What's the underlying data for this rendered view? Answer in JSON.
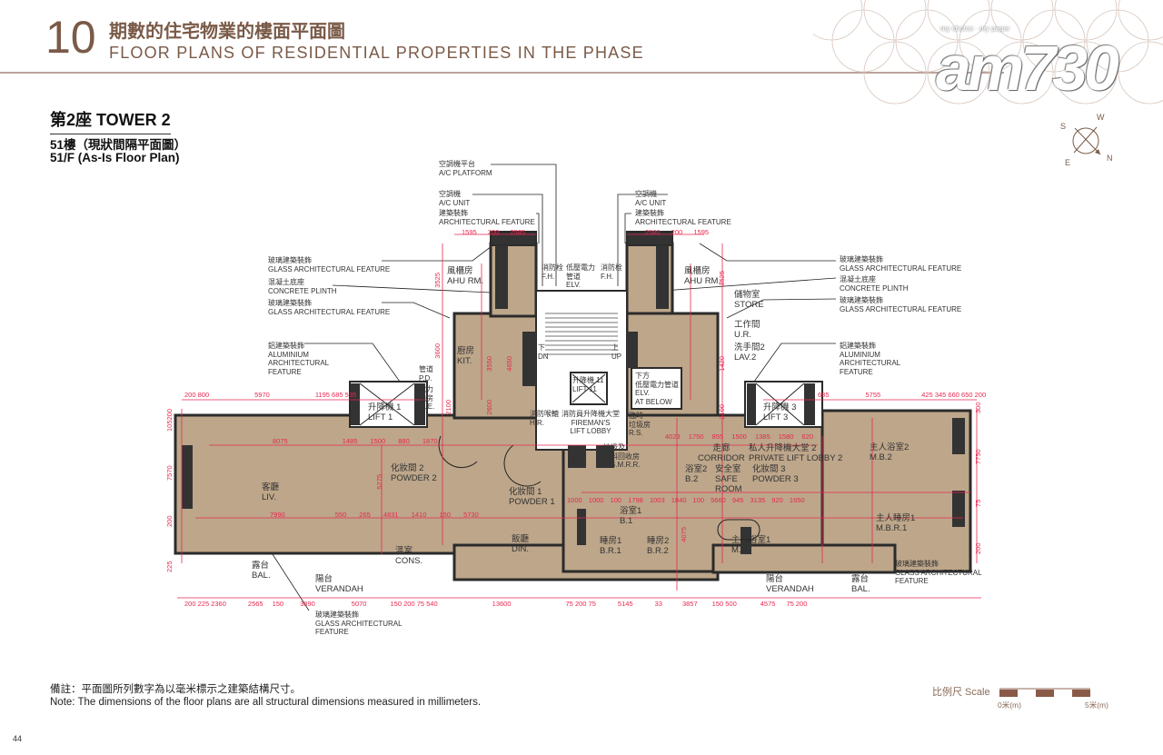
{
  "header": {
    "section_number": "10",
    "title_zh": "期數的住宅物業的樓面平面圖",
    "title_en": "FLOOR PLANS OF RESIDENTIAL PROPERTIES IN THE PHASE"
  },
  "watermark": {
    "logo": "am730",
    "tagline": "my choice · my paper"
  },
  "plan": {
    "tower": "第2座 TOWER 2",
    "floor_zh": "51樓（現狀間隔平面圖）",
    "floor_en": "51/F (As-Is Floor Plan)"
  },
  "compass": {
    "s": "S",
    "w": "W",
    "e": "E",
    "n": "N"
  },
  "callouts": {
    "ac_platform": [
      "空調機平台",
      "A/C PLATFORM"
    ],
    "ac_unit_l": [
      "空調機",
      "A/C UNIT"
    ],
    "arch_l": [
      "建築裝飾",
      "ARCHITECTURAL FEATURE"
    ],
    "ac_unit_r": [
      "空調機",
      "A/C UNIT"
    ],
    "arch_r": [
      "建築裝飾",
      "ARCHITECTURAL FEATURE"
    ],
    "glass_l1": [
      "玻璃建築裝飾",
      "GLASS ARCHITECTURAL FEATURE"
    ],
    "plinth_l": [
      "混凝土底座",
      "CONCRETE PLINTH"
    ],
    "glass_l2": [
      "玻璃建築裝飾",
      "GLASS ARCHITECTURAL FEATURE"
    ],
    "alu_l": [
      "鋁建築裝飾",
      "ALUMINIUM",
      "ARCHITECTURAL",
      "FEATURE"
    ],
    "glass_r1": [
      "玻璃建築裝飾",
      "GLASS ARCHITECTURAL FEATURE"
    ],
    "plinth_r": [
      "混凝土底座",
      "CONCRETE PLINTH"
    ],
    "glass_r2": [
      "玻璃建築裝飾",
      "GLASS ARCHITECTURAL FEATURE"
    ],
    "alu_r": [
      "鋁建築裝飾",
      "ALUMINIUM",
      "ARCHITECTURAL",
      "FEATURE"
    ],
    "glass_bl": [
      "玻璃建築裝飾",
      "GLASS ARCHITECTURAL",
      "FEATURE"
    ],
    "glass_br": [
      "玻璃建築裝飾",
      "GLASS ARCHITECTURAL",
      "FEATURE"
    ]
  },
  "rooms": {
    "ahu_l": [
      "風櫃房",
      "AHU RM."
    ],
    "ahu_r": [
      "風櫃房",
      "AHU RM."
    ],
    "fh_l": [
      "消防栓",
      "F.H."
    ],
    "elv": [
      "低壓電力",
      "管道",
      "ELV."
    ],
    "fh_r": [
      "消防栓",
      "F.H."
    ],
    "store": [
      "儲物室",
      "STORE"
    ],
    "ur": [
      "工作間",
      "U.R."
    ],
    "lav2": [
      "洗手間2",
      "LAV.2"
    ],
    "kit": [
      "廚房",
      "KIT."
    ],
    "pd": [
      "管道",
      "P.D."
    ],
    "ele": [
      "電力",
      "機房",
      "ELE."
    ],
    "lift1": [
      "升降機 1",
      "LIFT 1"
    ],
    "lift11": [
      "升降機 11",
      "LIFT 11"
    ],
    "elv_below": [
      "下方",
      "低壓電力管道",
      "ELV.",
      "AT BELOW"
    ],
    "lift3": [
      "升降機 3",
      "LIFT 3"
    ],
    "hr": [
      "消防喉轆",
      "H.R."
    ],
    "fireman": [
      "消防員升降機大堂",
      "FIREMAN'S",
      "LIFT LOBBY"
    ],
    "rs": [
      "臨時",
      "垃圾房",
      "R.S."
    ],
    "rsmrr": [
      "垃圾及",
      "物料回收房",
      "R.S.M.R.R."
    ],
    "corridor": [
      "走廊",
      "CORRIDOR"
    ],
    "pll2": [
      "私人升降機大堂 2",
      "PRIVATE LIFT LOBBY 2"
    ],
    "safe": [
      "安全室",
      "SAFE",
      "ROOM"
    ],
    "powder3": [
      "化妝間 3",
      "POWDER 3"
    ],
    "bath2": [
      "浴室2",
      "B.2"
    ],
    "liv": [
      "客廳",
      "LIV."
    ],
    "powder2": [
      "化妝間 2",
      "POWDER 2"
    ],
    "powder1": [
      "化妝間 1",
      "POWDER 1"
    ],
    "din": [
      "飯廳",
      "DIN."
    ],
    "cons": [
      "溫室",
      "CONS."
    ],
    "bal_l": [
      "露台",
      "BAL."
    ],
    "ver_l": [
      "陽台",
      "VERANDAH"
    ],
    "bath1": [
      "浴室1",
      "B.1"
    ],
    "br1": [
      "睡房1",
      "B.R.1"
    ],
    "br2": [
      "睡房2",
      "B.R.2"
    ],
    "mb1": [
      "主人浴室1",
      "M.B1"
    ],
    "ver_r": [
      "陽台",
      "VERANDAH"
    ],
    "bal_r": [
      "露台",
      "BAL."
    ],
    "mbr1": [
      "主人睡房1",
      "M.B.R.1"
    ],
    "mb2": [
      "主人浴室2",
      "M.B.2"
    ],
    "up": [
      "上",
      "UP"
    ],
    "dn": [
      "下",
      "DN"
    ]
  },
  "dimensions": {
    "top_left": [
      "1595",
      "200",
      "2585"
    ],
    "top_right": [
      "2580",
      "200",
      "1595"
    ],
    "row_left": [
      "200",
      "800",
      "5970",
      "1195",
      "685",
      "535"
    ],
    "row_right": [
      "685",
      "5755",
      "425",
      "345",
      "660",
      "650",
      "200"
    ],
    "mid_left": [
      "8075",
      "1485",
      "1500",
      "880",
      "1870"
    ],
    "mid_right": [
      "4023",
      "1750",
      "855",
      "1500",
      "1385",
      "1580",
      "620"
    ],
    "low_left": [
      "7990",
      "550",
      "265",
      "4831",
      "1410",
      "150",
      "5730"
    ],
    "low_right": [
      "1000",
      "1000",
      "100",
      "1798",
      "1003",
      "1840",
      "100",
      "5660",
      "945",
      "3135",
      "920",
      "1650"
    ],
    "bottom": [
      "200",
      "225",
      "2360",
      "2565",
      "150",
      "3890",
      "5070",
      "150",
      "200",
      "75",
      "540",
      "13600",
      "75",
      "200",
      "75",
      "5145",
      "33",
      "3857",
      "150",
      "500",
      "4575",
      "75",
      "200"
    ],
    "left_side": [
      "105200",
      "7570",
      "200",
      "225"
    ],
    "right_side": [
      "7750",
      "300",
      "75",
      "200"
    ],
    "vertical": [
      "3525",
      "3600",
      "3550",
      "4650",
      "2100",
      "2600",
      "5275",
      "4075",
      "3525",
      "1420",
      "2100"
    ]
  },
  "notes": {
    "zh": "備註：平面圖所列數字為以毫米標示之建築結構尺寸。",
    "en": "Note:  The dimensions of the floor plans are all structural dimensions measured in millimeters."
  },
  "scale": {
    "label": "比例尺 Scale",
    "start": "0米(m)",
    "end": "5米(m)"
  },
  "page_number": "44",
  "colors": {
    "brand": "#7a5a48",
    "floor": "#bda68a",
    "wall": "#2b2b2b",
    "dimension": "#e8284f"
  }
}
